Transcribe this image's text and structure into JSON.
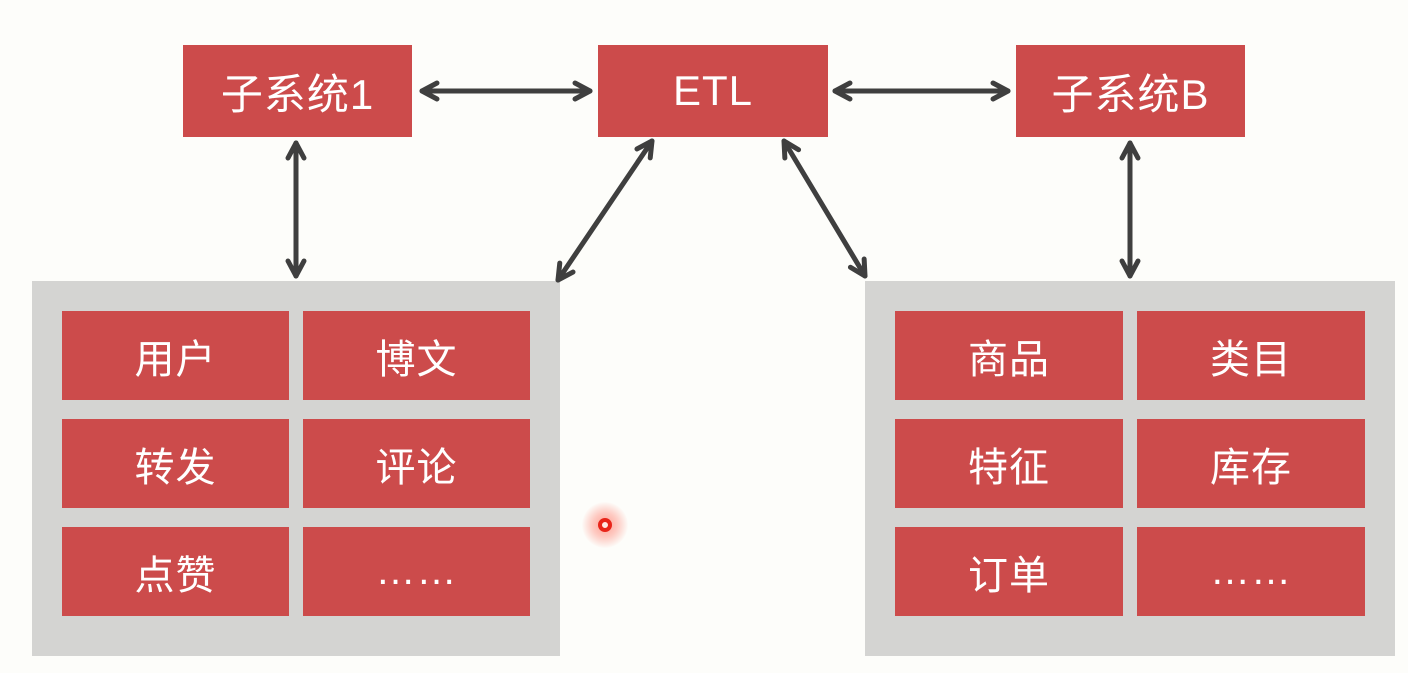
{
  "diagram": {
    "nodes": {
      "subsystem1": {
        "label": "子系统1"
      },
      "etl": {
        "label": "ETL"
      },
      "subsystemB": {
        "label": "子系统B"
      }
    },
    "left_panel": {
      "items": [
        "用户",
        "博文",
        "转发",
        "评论",
        "点赞",
        "……"
      ]
    },
    "right_panel": {
      "items": [
        "商品",
        "类目",
        "特征",
        "库存",
        "订单",
        "……"
      ]
    },
    "connections": [
      {
        "from": "subsystem1",
        "to": "etl",
        "style": "double-arrow"
      },
      {
        "from": "etl",
        "to": "subsystemB",
        "style": "double-arrow"
      },
      {
        "from": "subsystem1",
        "to": "left-panel",
        "style": "double-arrow"
      },
      {
        "from": "subsystemB",
        "to": "right-panel",
        "style": "double-arrow"
      },
      {
        "from": "etl",
        "to": "left-panel",
        "style": "double-arrow"
      },
      {
        "from": "etl",
        "to": "right-panel",
        "style": "double-arrow"
      }
    ],
    "cursor": {
      "type": "laser-pointer-dot"
    }
  },
  "colors": {
    "box_red": "#CC4B4B",
    "panel_gray": "#D4D4D2",
    "arrow_dark": "#3F3F3F",
    "background": "#FDFDFA",
    "text_white": "#FFFFFF",
    "laser_red": "#E8251A"
  }
}
